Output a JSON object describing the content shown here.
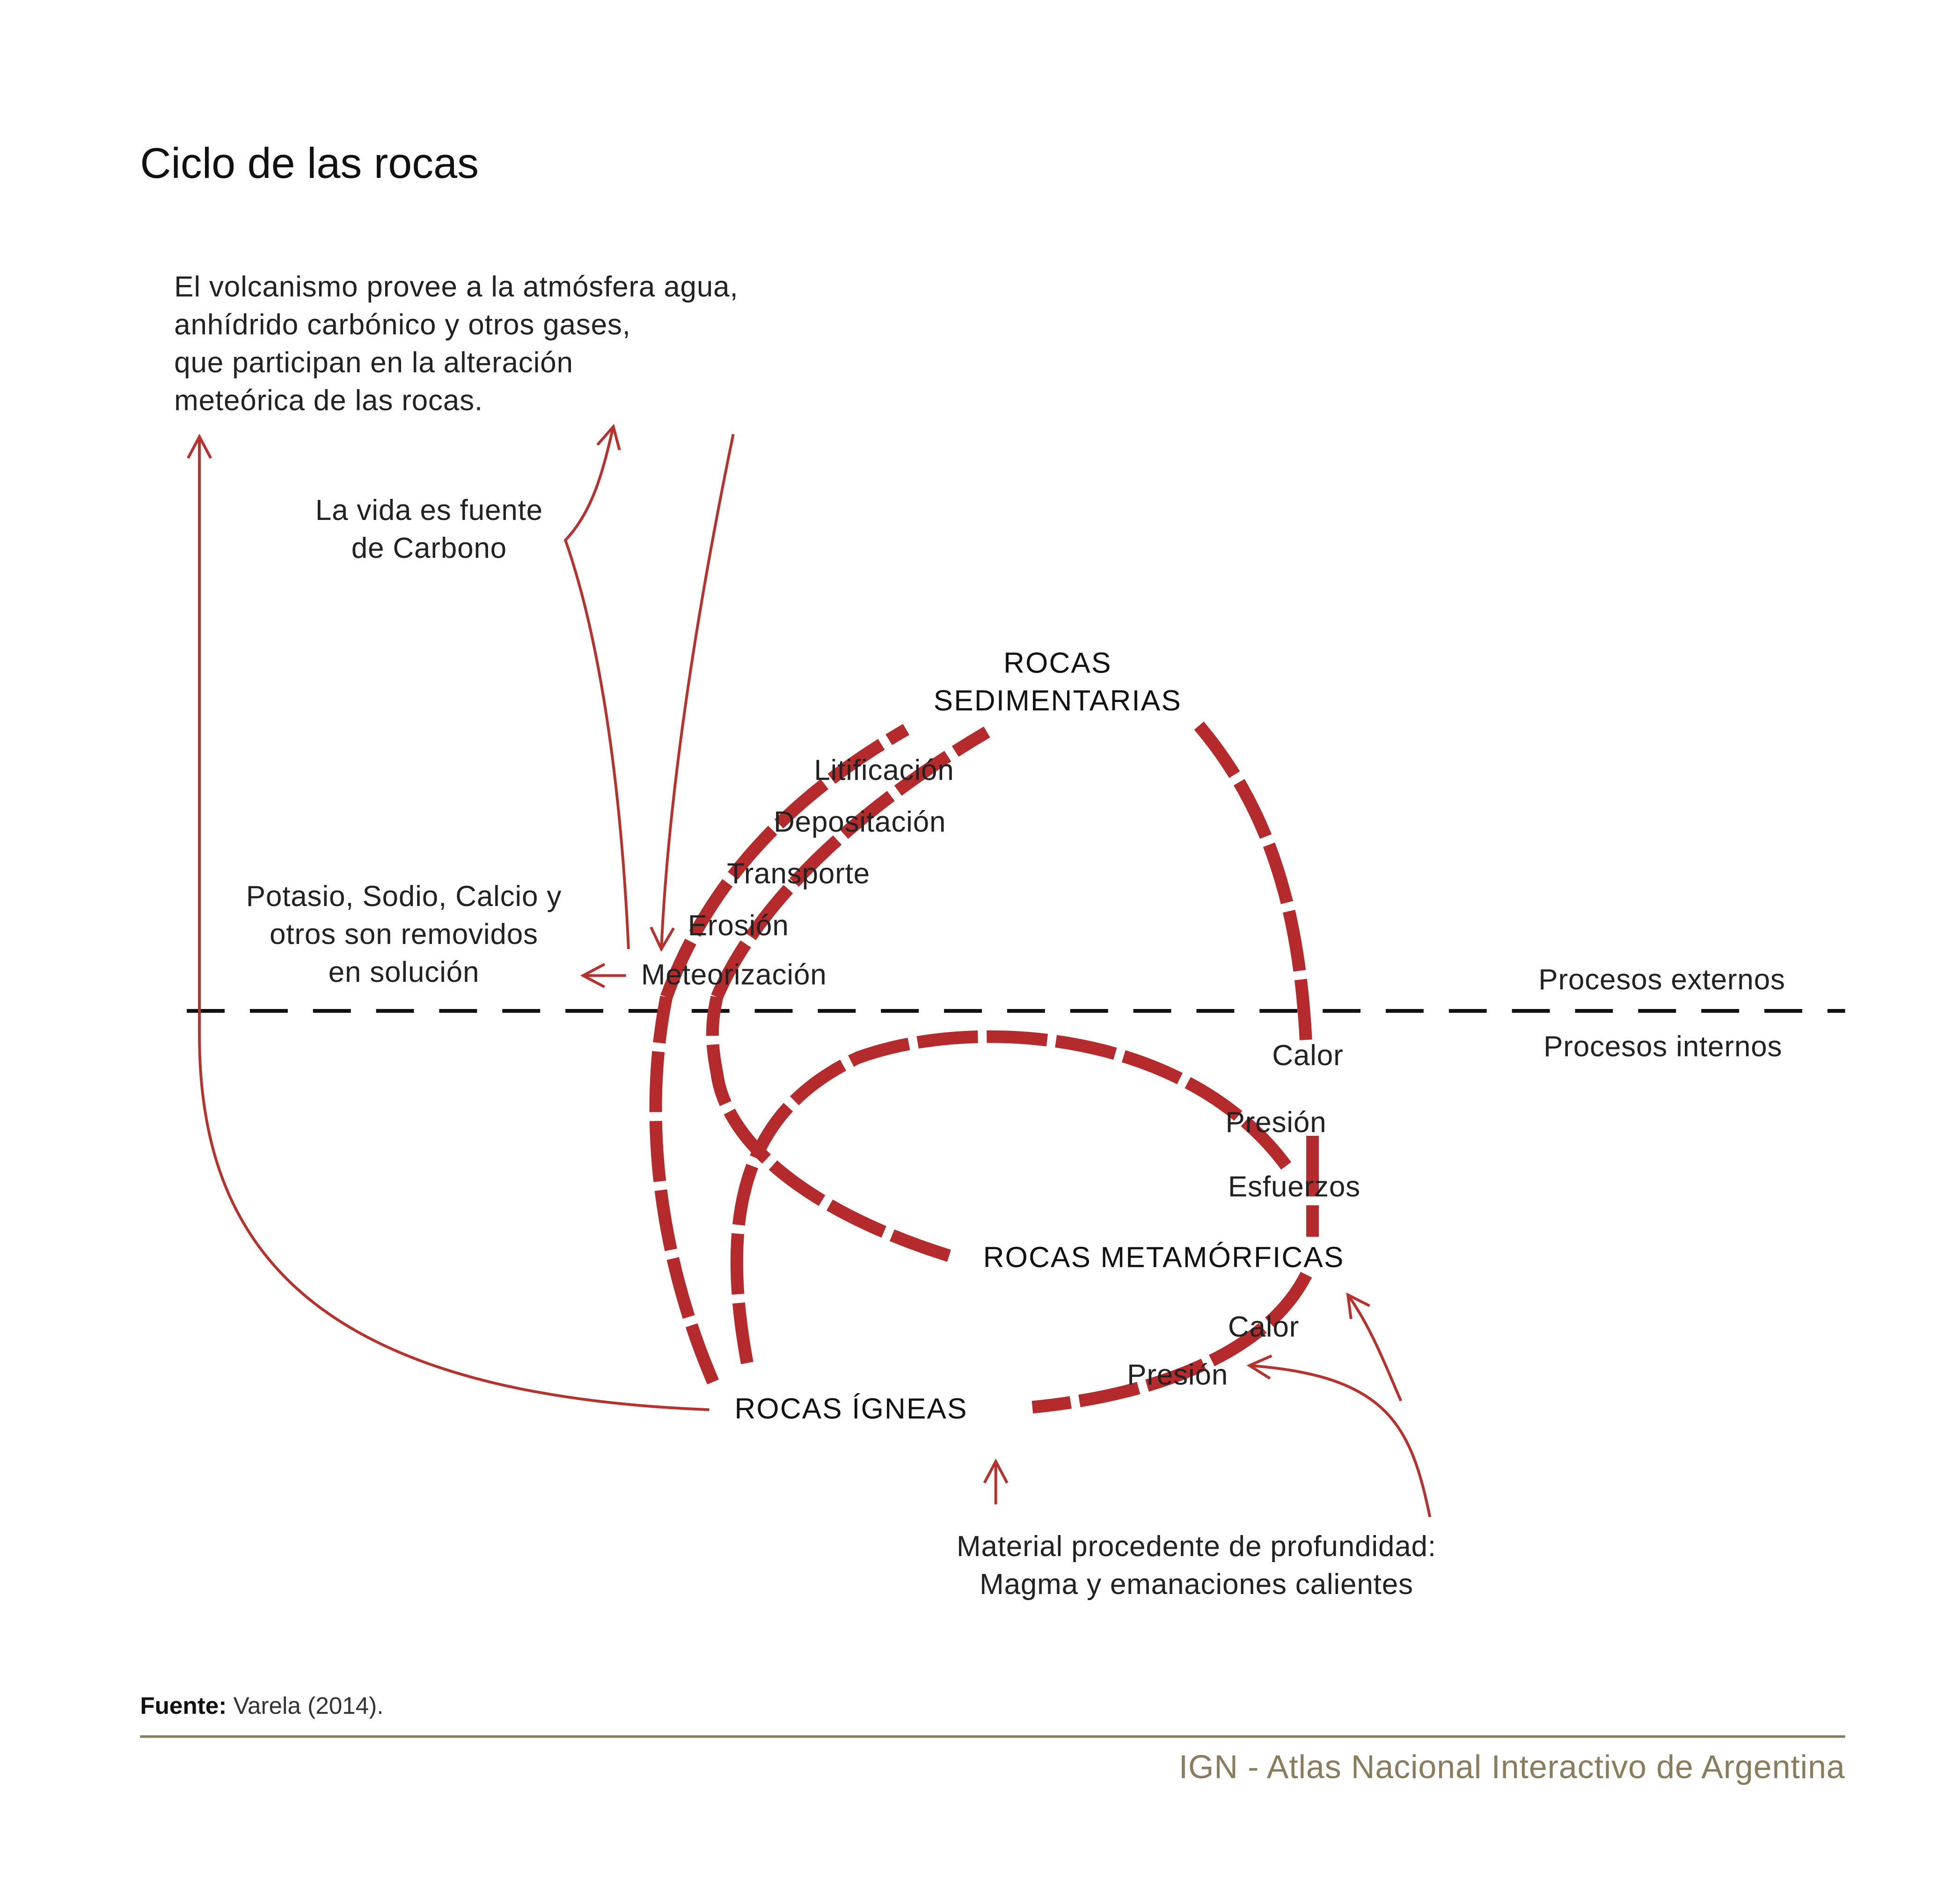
{
  "title": "Ciclo de las rocas",
  "notes": {
    "volcanism": "El volcanismo provee a la atmósfera agua,\nanhídrido carbónico y otros gases,\nque participan en la alteración\nmeteórica de las rocas.",
    "life": "La vida es fuente\nde Carbono",
    "dissolution": "Potasio, Sodio, Calcio y\notros son removidos\nen solución",
    "deep_material": "Material procedente de profundidad:\nMagma y emanaciones calientes"
  },
  "rocks": {
    "sedimentary": "ROCAS\nSEDIMENTARIAS",
    "metamorphic": "ROCAS METAMÓRFICAS",
    "igneous": "ROCAS ÍGNEAS"
  },
  "external_processes": [
    "Litificación",
    "Depositación",
    "Transporte",
    "Erosión",
    "Meteorización"
  ],
  "metamorphism_processes": [
    "Calor",
    "Presión",
    "Esfuerzos"
  ],
  "igneous_processes": [
    "Calor",
    "Presión"
  ],
  "divider": {
    "external_label": "Procesos externos",
    "internal_label": "Procesos internos"
  },
  "source": {
    "label": "Fuente:",
    "text": "Varela (2014)."
  },
  "footer": "IGN - Atlas Nacional Interactivo de Argentina",
  "colors": {
    "cycle_red": "#b52a2a",
    "thin_arrow": "#b5332c",
    "footer_text": "#8a7d5e",
    "divider": "#111111"
  }
}
